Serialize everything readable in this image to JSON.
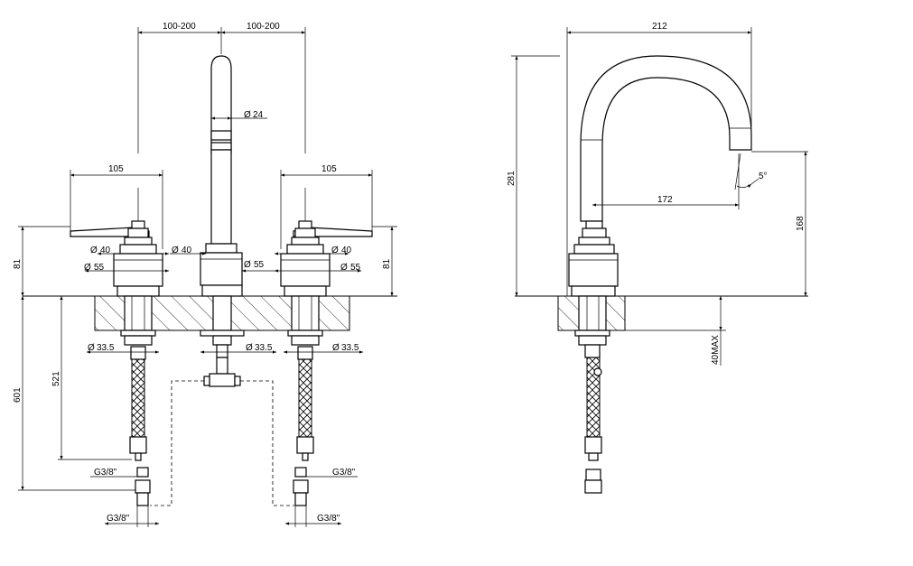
{
  "front_view": {
    "spacing_left": "100-200",
    "spacing_right": "100-200",
    "spout_diameter": "24",
    "lever_left_length": "105",
    "lever_right_length": "105",
    "height_left": "81",
    "height_right": "81",
    "left_valve_d40": "40",
    "left_valve_d55": "55",
    "center_d40": "40",
    "center_d55": "55",
    "right_valve_d40": "40",
    "right_valve_d55": "55",
    "left_thread_d": "33.5",
    "center_thread_d": "33.5",
    "right_thread_d": "33.5",
    "total_height": "601",
    "hose_height": "521",
    "conn_left_upper": "G3/8\"",
    "conn_left_lower": "G3/8\"",
    "conn_right_upper": "G3/8\"",
    "conn_right_lower": "G3/8\""
  },
  "side_view": {
    "reach_total": "212",
    "spout_height": "281",
    "spout_reach": "172",
    "spout_angle": "5°",
    "outlet_height": "168",
    "deck_thickness": "40MAX"
  },
  "symbols": {
    "diameter": "Ø"
  }
}
